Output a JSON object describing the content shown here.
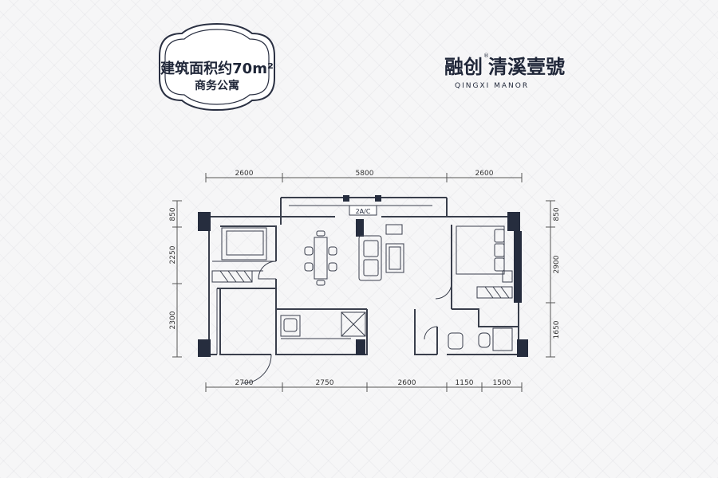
{
  "badge": {
    "line1": "建筑面积约70m²",
    "line2": "商务公寓"
  },
  "brand": {
    "cn_a": "融创",
    "cn_b": "清溪壹號",
    "en": "QINGXI MANOR",
    "reg": "®"
  },
  "dimensions": {
    "top": [
      "2600",
      "5800",
      "2600"
    ],
    "bottom": [
      "2700",
      "2750",
      "2600",
      "1150",
      "1500"
    ],
    "left": [
      "850",
      "2250",
      "2300"
    ],
    "right": [
      "850",
      "2900",
      "1650"
    ]
  },
  "rooms": {
    "ac_label": "2A/C"
  },
  "colors": {
    "wall": "#262d3e",
    "line": "#3a3f4c",
    "accent": "#1f2638"
  }
}
